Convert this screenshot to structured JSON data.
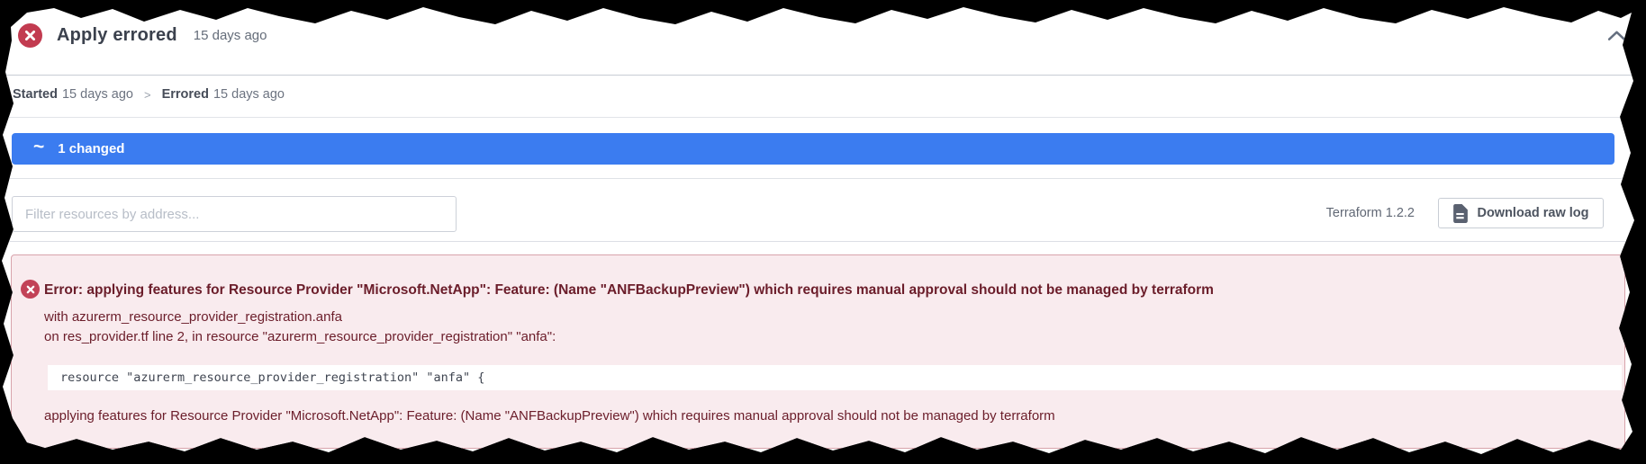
{
  "header": {
    "status_icon": "error-x-circle",
    "title": "Apply errored",
    "timestamp": "15 days ago",
    "collapse_icon": "chevron-up"
  },
  "timeline": {
    "started_label": "Started",
    "started_time": "15 days ago",
    "separator": ">",
    "errored_label": "Errored",
    "errored_time": "15 days ago"
  },
  "summary_bar": {
    "icon_glyph": "~",
    "label": "1 changed"
  },
  "toolbar": {
    "filter_placeholder": "Filter resources by address...",
    "terraform_version": "Terraform 1.2.2",
    "download_icon": "file-document",
    "download_label": "Download raw log"
  },
  "error_panel": {
    "icon": "error-x-circle",
    "title": "Error: applying features for Resource Provider \"Microsoft.NetApp\": Feature: (Name \"ANFBackupPreview\") which requires manual approval should not be managed by terraform",
    "with_line": "with azurerm_resource_provider_registration.anfa",
    "on_line": "on res_provider.tf line 2, in resource \"azurerm_resource_provider_registration\" \"anfa\":",
    "code_line": "resource \"azurerm_resource_provider_registration\" \"anfa\" {",
    "message": "applying features for Resource Provider \"Microsoft.NetApp\": Feature: (Name \"ANFBackupPreview\") which requires manual approval should not be managed by terraform"
  },
  "colors": {
    "accent_blue": "#3b7cf0",
    "status_red": "#c23b50",
    "error_bg": "#f9ebee",
    "error_border": "#d8a3ab",
    "error_text": "#6b1d2a"
  }
}
